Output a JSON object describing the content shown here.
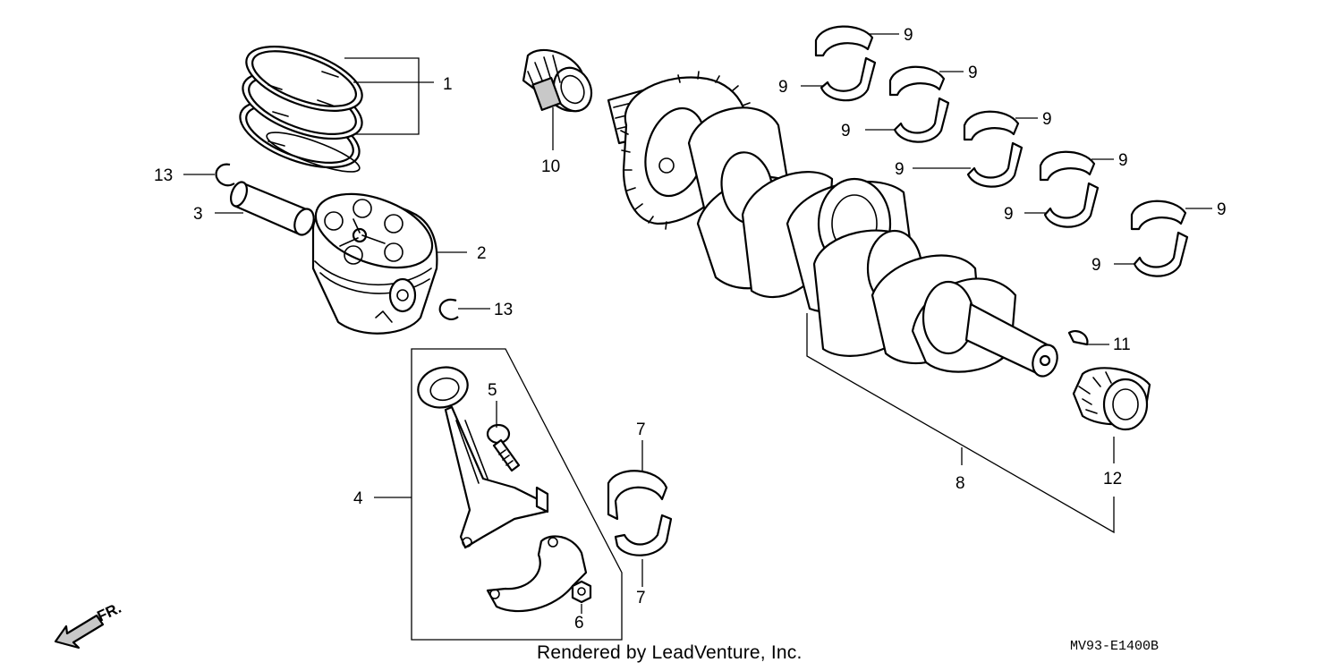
{
  "diagram": {
    "callouts": {
      "c1": "1",
      "c2": "2",
      "c3": "3",
      "c4": "4",
      "c5": "5",
      "c6": "6",
      "c7": "7",
      "c8": "8",
      "c9": "9",
      "c10": "10",
      "c11": "11",
      "c12": "12",
      "c13": "13"
    },
    "direction_label": "FR.",
    "footer_credit": "Rendered by LeadVenture, Inc.",
    "diagram_code": "MV93-E1400B"
  }
}
